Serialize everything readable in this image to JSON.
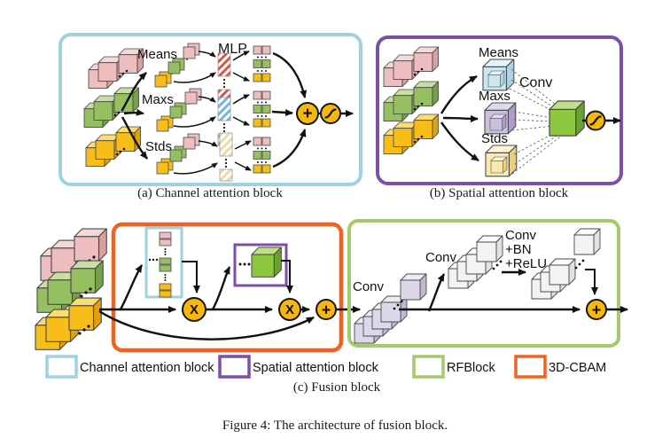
{
  "figure_caption": "Figure 4: The architecture of fusion block.",
  "panels": {
    "a": {
      "caption": "(a) Channel attention block",
      "labels": {
        "means": "Means",
        "maxs": "Maxs",
        "stds": "Stds",
        "mlp": "MLP"
      }
    },
    "b": {
      "caption": "(b) Spatial attention block",
      "labels": {
        "means": "Means",
        "maxs": "Maxs",
        "stds": "Stds",
        "conv": "Conv"
      }
    },
    "c": {
      "caption": "(c) Fusion block",
      "labels": {
        "conv1": "Conv",
        "conv2": "Conv",
        "conv_bn_relu": [
          "Conv",
          "+BN",
          "+ReLU"
        ]
      }
    }
  },
  "operators": {
    "add": "+",
    "multiply": "X"
  },
  "legend": [
    {
      "label": "Channel attention block",
      "color": "#9FD2E0"
    },
    {
      "label": "Spatial attention block",
      "color": "#7C4FA8"
    },
    {
      "label": "RFBlock",
      "color": "#A6C96A"
    },
    {
      "label": "3D-CBAM",
      "color": "#F1611F"
    }
  ]
}
